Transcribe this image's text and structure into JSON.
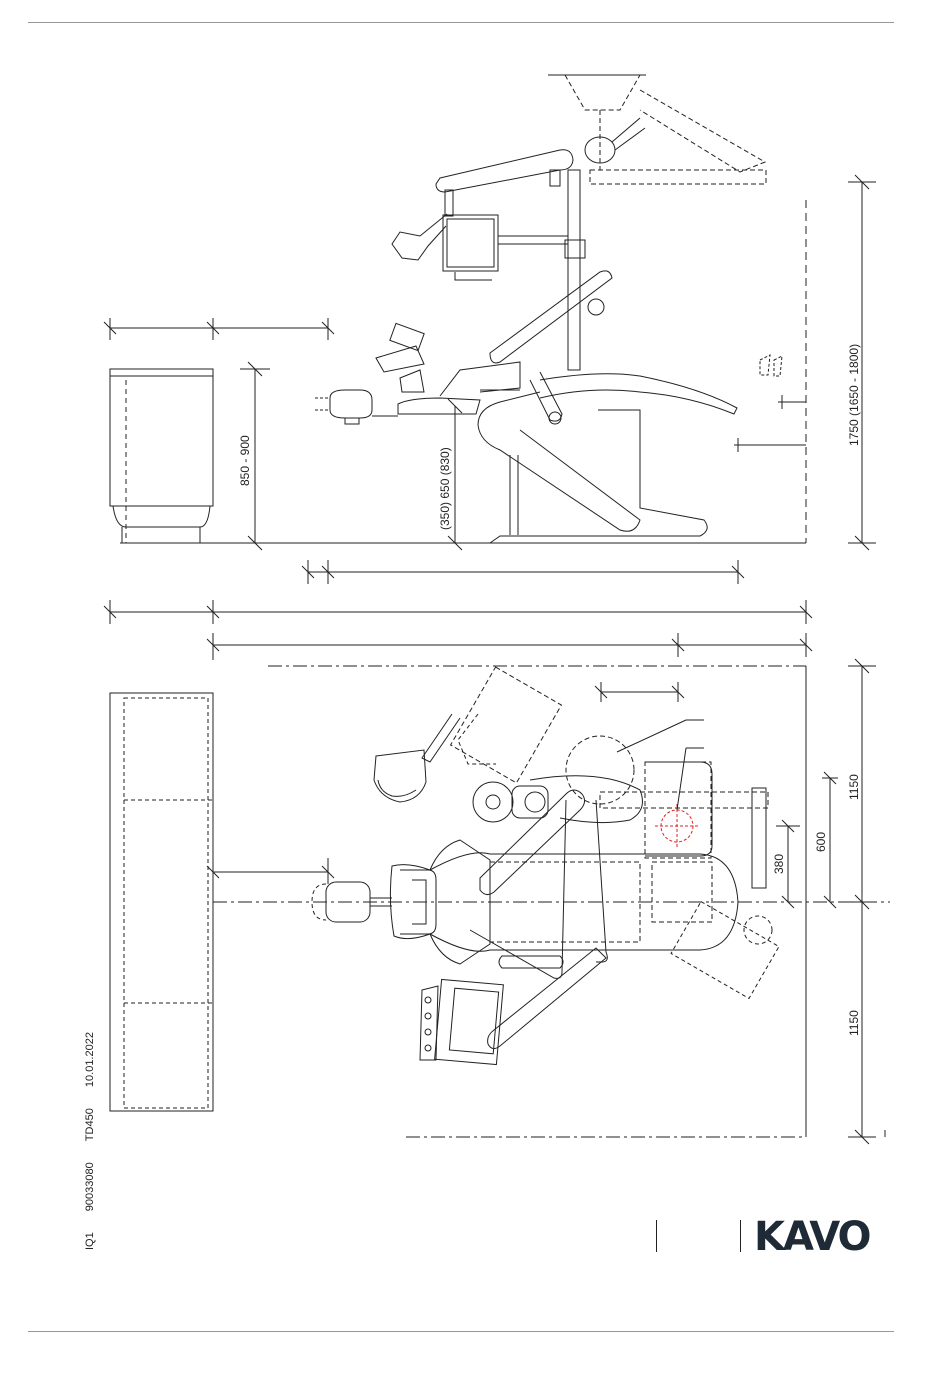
{
  "dimensions": {
    "height_total": "1750  (1650 - 1800)",
    "cabinet_height": "850 - 900",
    "chair_heights": "(350)  650  (830)",
    "front_1150": "1150",
    "rear_1150": "1150",
    "d600": "600",
    "d380": "380"
  },
  "doc_info": {
    "index": "IQ1",
    "doc_number": "90033080",
    "model": "TD450",
    "date": "10.01.2022"
  },
  "brand": {
    "logo_text": "KAVO",
    "color": "#1e2a36"
  }
}
